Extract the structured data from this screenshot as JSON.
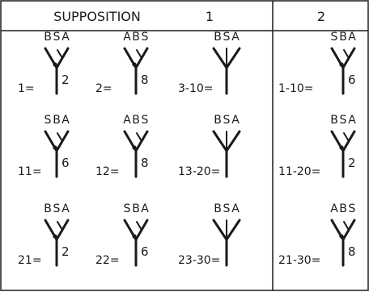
{
  "header": {
    "title": "SUPPOSITION",
    "col1": "1",
    "col2": "2"
  },
  "section1": {
    "cells": [
      {
        "range": "1=",
        "top": [
          "B",
          "S",
          "A"
        ],
        "value": "2"
      },
      {
        "range": "2=",
        "top": [
          "A",
          "B",
          "S"
        ],
        "value": "8"
      },
      {
        "range": "3-10=",
        "top": [
          "B",
          "S",
          "A"
        ],
        "value": ""
      },
      {
        "range": "11=",
        "top": [
          "S",
          "B",
          "A"
        ],
        "value": "6"
      },
      {
        "range": "12=",
        "top": [
          "A",
          "B",
          "S"
        ],
        "value": "8"
      },
      {
        "range": "13-20=",
        "top": [
          "B",
          "S",
          "A"
        ],
        "value": ""
      },
      {
        "range": "21=",
        "top": [
          "B",
          "S",
          "A"
        ],
        "value": "2"
      },
      {
        "range": "22=",
        "top": [
          "S",
          "B",
          "A"
        ],
        "value": "6"
      },
      {
        "range": "23-30=",
        "top": [
          "B",
          "S",
          "A"
        ],
        "value": ""
      }
    ]
  },
  "section2": {
    "cells": [
      {
        "range": "1-10=",
        "top": [
          "S",
          "B",
          "A"
        ],
        "value": "6"
      },
      {
        "range": "11-20=",
        "top": [
          "B",
          "S",
          "A"
        ],
        "value": "2"
      },
      {
        "range": "21-30=",
        "top": [
          "A",
          "B",
          "S"
        ],
        "value": "8"
      }
    ]
  }
}
